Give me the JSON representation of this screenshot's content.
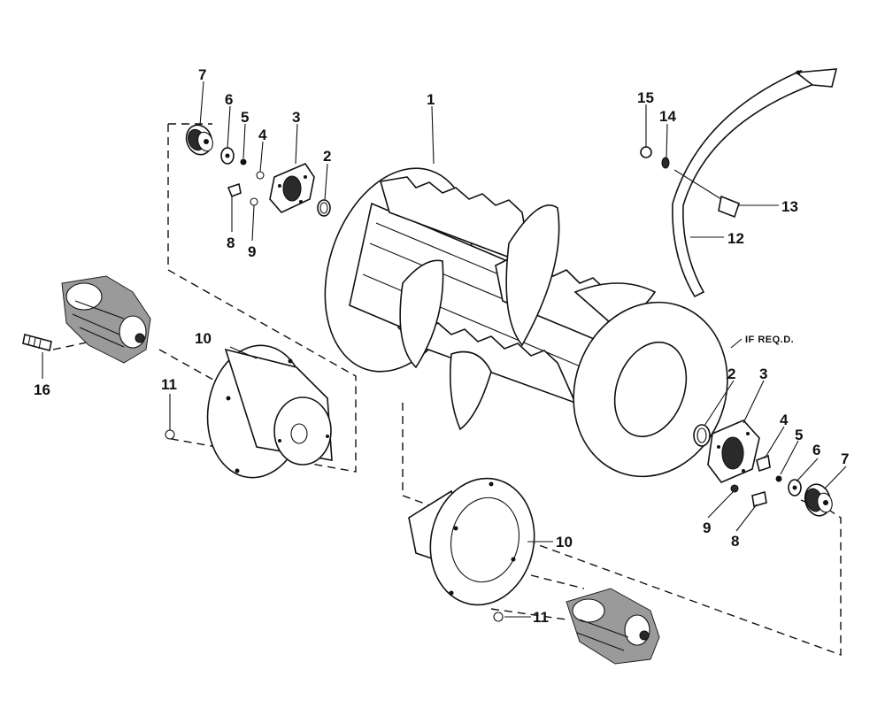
{
  "note": "IF REQ.D.",
  "labels": {
    "l1": "1",
    "l2a": "2",
    "l3a": "3",
    "l4a": "4",
    "l5a": "5",
    "l6a": "6",
    "l7a": "7",
    "l8a": "8",
    "l9a": "9",
    "l10a": "10",
    "l11a": "11",
    "l12": "12",
    "l13": "13",
    "l14": "14",
    "l15": "15",
    "l16": "16",
    "l2b": "2",
    "l3b": "3",
    "l4b": "4",
    "l5b": "5",
    "l6b": "6",
    "l7b": "7",
    "l8b": "8",
    "l9b": "9",
    "l10b": "10",
    "l11b": "11"
  }
}
